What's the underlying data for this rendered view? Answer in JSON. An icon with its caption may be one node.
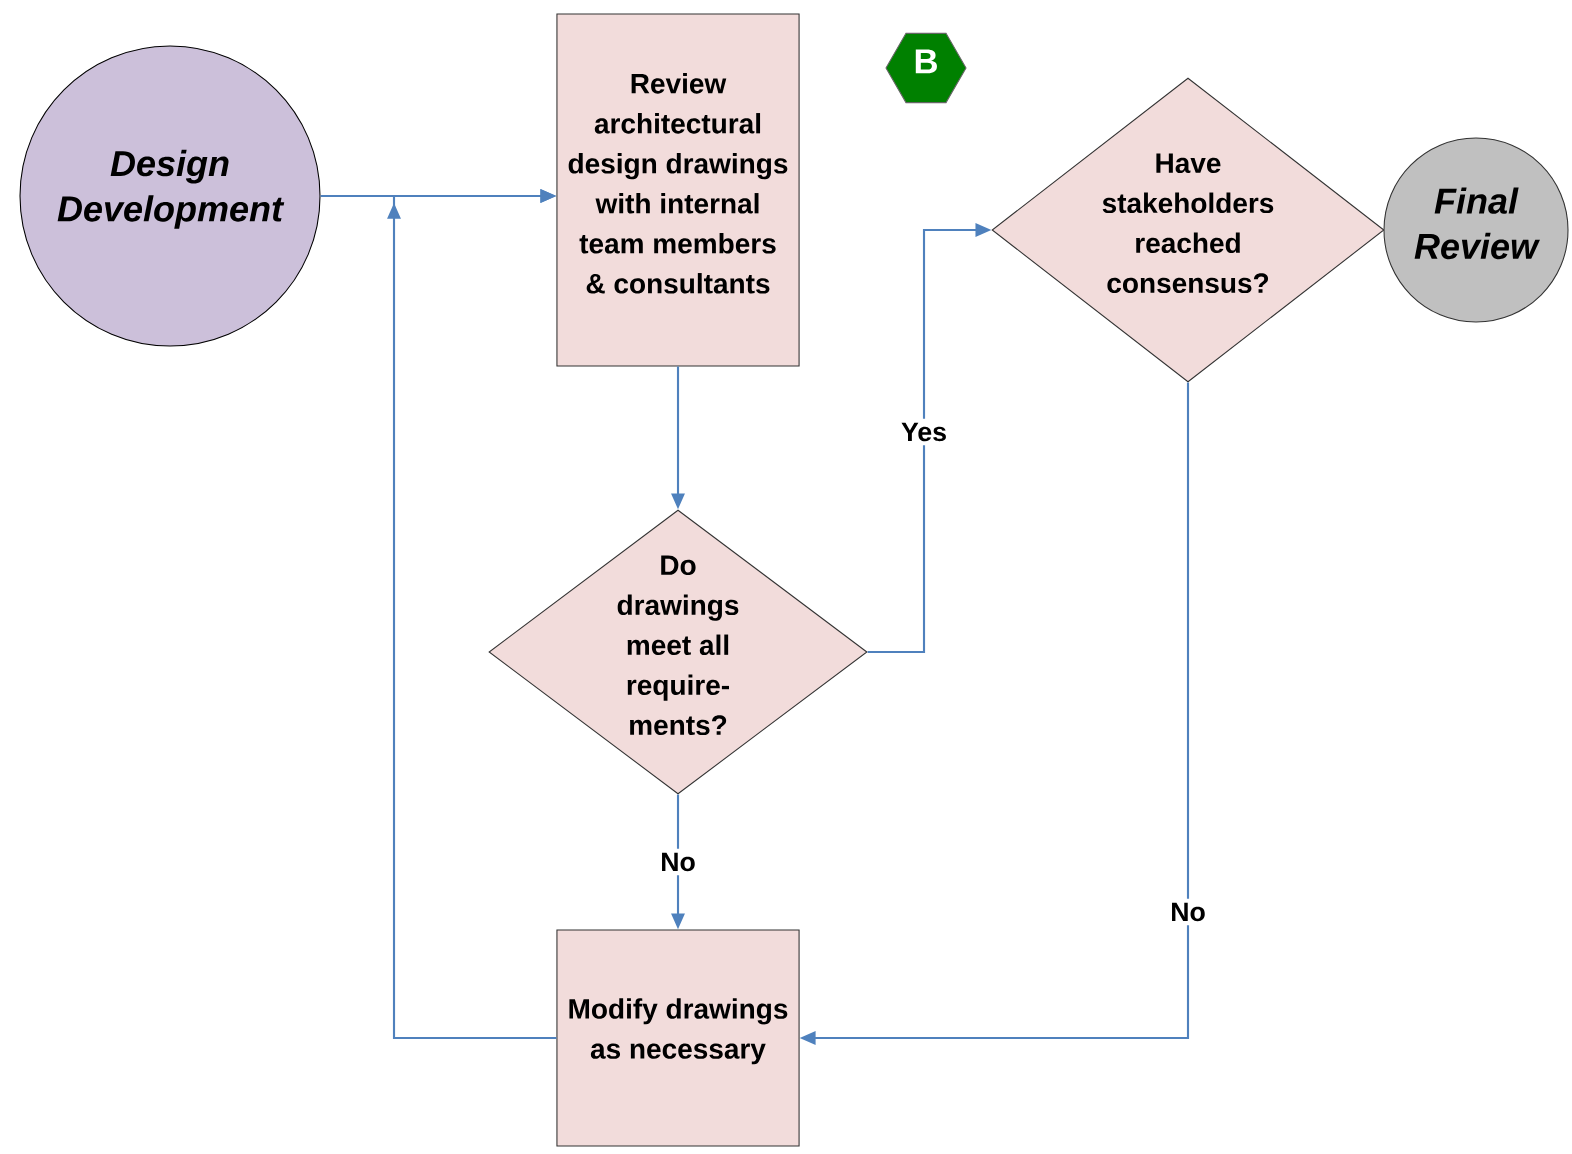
{
  "diagram": {
    "nodes": [
      {
        "text": [
          "Design Development"
        ]
      },
      {
        "text": [
          "Review architectural design drawings with internal team members & consultants"
        ]
      },
      {
        "text": [
          "B"
        ]
      },
      {
        "text": [
          "Have stakeholders reached consensus?"
        ]
      },
      {
        "text": [
          "Final Review"
        ]
      },
      {
        "text": [
          "Do drawings meet all require-ments?"
        ]
      },
      {
        "text": [
          "Modify drawings as necessary"
        ]
      }
    ],
    "edges": [
      {
        "from": 0,
        "to": 1,
        "arrow": "to"
      },
      {
        "from": 1,
        "to": 5,
        "arrow": "to"
      },
      {
        "from": 5,
        "to": 3,
        "arrow": "to",
        "label": "Yes"
      },
      {
        "from": 5,
        "to": 6,
        "arrow": "to",
        "label": "No"
      },
      {
        "from": 3,
        "to": 6,
        "arrow": "to",
        "label": "No"
      },
      {
        "from": 6,
        "to": 1,
        "arrow": "to"
      }
    ]
  }
}
